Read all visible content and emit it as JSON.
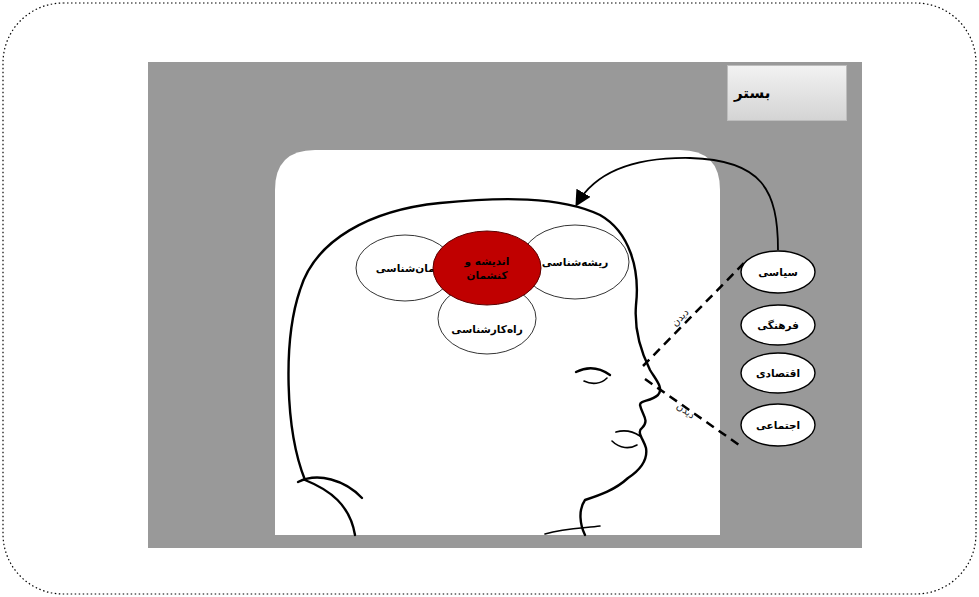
{
  "diagram": {
    "nodes": [
      {
        "text": [
          "بستر"
        ]
      },
      {
        "text": [
          "اندیشه و کنشمان"
        ]
      },
      {
        "text": [
          "ریشه‌شناسی"
        ]
      },
      {
        "text": [
          "آرمان‌شناسی"
        ]
      },
      {
        "text": [
          "راه‌کارشناسی"
        ]
      },
      {
        "text": [
          "سیاسی"
        ]
      },
      {
        "text": [
          "فرهنگی"
        ]
      },
      {
        "text": [
          "اقتصادی"
        ]
      },
      {
        "text": [
          "اجتماعی"
        ]
      }
    ],
    "labels": [
      "دیدن",
      "دیدن"
    ]
  }
}
